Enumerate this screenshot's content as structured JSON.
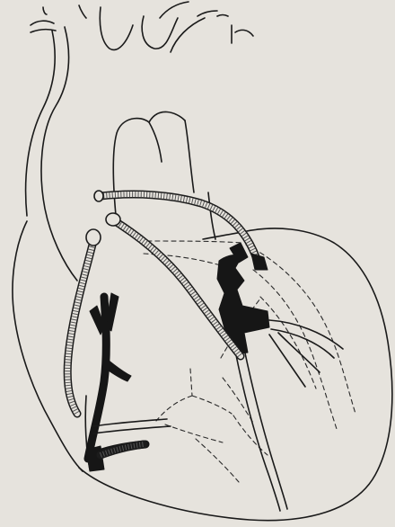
{
  "figure": {
    "background": "#e6e3dd",
    "ink_color": "#1a1a1a",
    "elements": [
      "heart-outline",
      "aorta",
      "aortic-arch-branches",
      "pulmonary-trunk",
      "right-coronary-artery",
      "left-anterior-descending-artery",
      "bypass-graft-to-right-coronary",
      "bypass-graft-to-lad",
      "bypass-graft-to-diagonal",
      "collateral-vessels-dashed"
    ]
  }
}
